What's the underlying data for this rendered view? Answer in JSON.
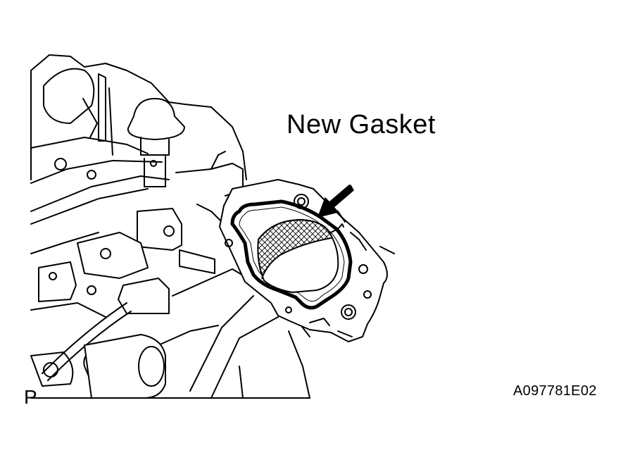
{
  "illustration": {
    "callout_label": "New Gasket",
    "corner_mark": "P",
    "figure_id": "A097781E02",
    "subject": "engine-assembly-with-gasket",
    "callout_pointer_icon": "arrow-icon"
  }
}
